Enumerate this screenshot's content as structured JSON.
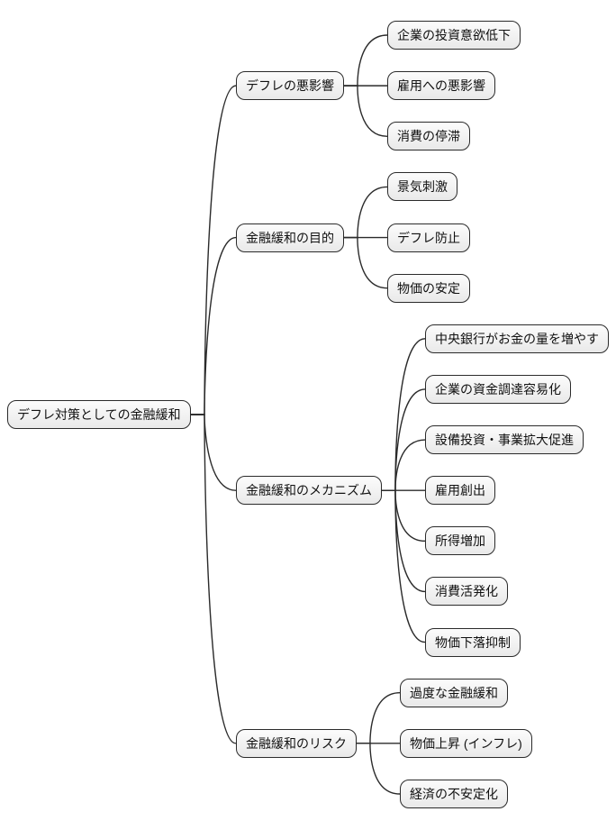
{
  "diagram": {
    "type": "mindmap",
    "direction": "left-to-right",
    "colors": {
      "background": "#ffffff",
      "node_fill_top": "#fcfcfc",
      "node_fill_bottom": "#e9e9e9",
      "node_border": "#2b2b2b",
      "edge": "#2b2b2b",
      "text": "#111111"
    },
    "root": {
      "label": "デフレ対策としての金融緩和",
      "children": [
        {
          "label": "デフレの悪影響",
          "children": [
            {
              "label": "企業の投資意欲低下"
            },
            {
              "label": "雇用への悪影響"
            },
            {
              "label": "消費の停滞"
            }
          ]
        },
        {
          "label": "金融緩和の目的",
          "children": [
            {
              "label": "景気刺激"
            },
            {
              "label": "デフレ防止"
            },
            {
              "label": "物価の安定"
            }
          ]
        },
        {
          "label": "金融緩和のメカニズム",
          "children": [
            {
              "label": "中央銀行がお金の量を増やす"
            },
            {
              "label": "企業の資金調達容易化"
            },
            {
              "label": "設備投資・事業拡大促進"
            },
            {
              "label": "雇用創出"
            },
            {
              "label": "所得増加"
            },
            {
              "label": "消費活発化"
            },
            {
              "label": "物価下落抑制"
            }
          ]
        },
        {
          "label": "金融緩和のリスク",
          "children": [
            {
              "label": "過度な金融緩和"
            },
            {
              "label": "物価上昇 (インフレ)"
            },
            {
              "label": "経済の不安定化"
            }
          ]
        }
      ]
    }
  }
}
